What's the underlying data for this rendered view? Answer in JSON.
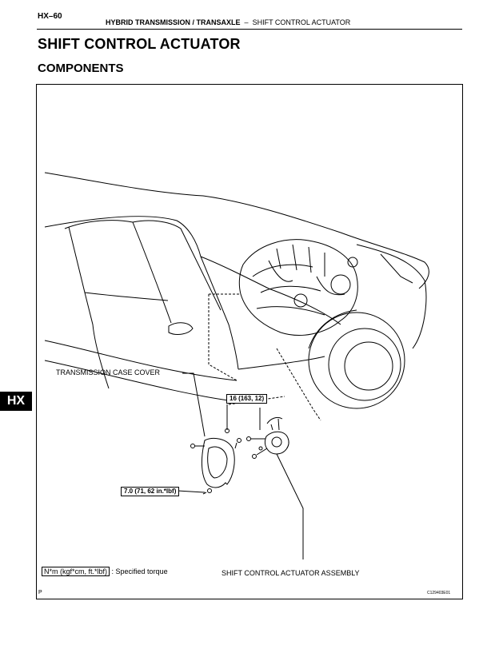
{
  "header": {
    "page_number": "HX–60",
    "section": "HYBRID TRANSMISSION / TRANSAXLE",
    "separator": "–",
    "topic": "SHIFT CONTROL ACTUATOR"
  },
  "title": "SHIFT CONTROL ACTUATOR",
  "subtitle": "COMPONENTS",
  "side_tab": "HX",
  "figure": {
    "labels": {
      "cover": "TRANSMISSION CASE COVER",
      "torque_top": "16 (163, 12)",
      "torque_bottom": "7.0 (71, 62 in.*lbf)",
      "assembly": "SHIFT CONTROL ACTUATOR ASSEMBLY"
    },
    "legend": {
      "unit": "N*m (kgf*cm, ft.*lbf)",
      "text": ": Specified torque"
    },
    "corner_mark": "P",
    "figure_id": "C129403E01"
  }
}
